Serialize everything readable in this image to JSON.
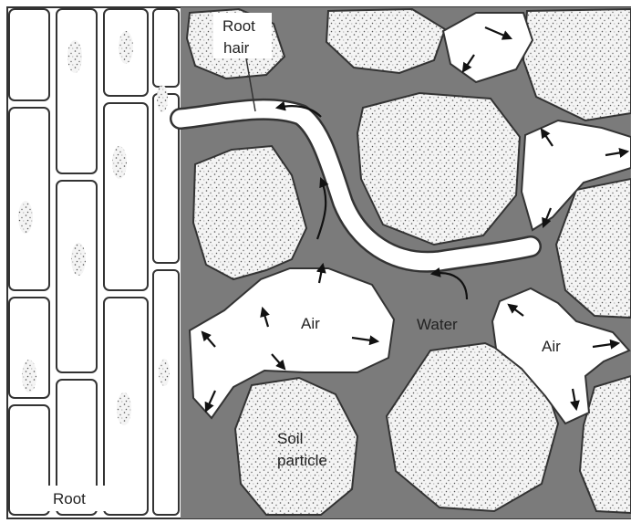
{
  "labels": {
    "root_hair_line1": "Root",
    "root_hair_line2": "hair",
    "air_left": "Air",
    "air_right": "Air",
    "water": "Water",
    "soil_line1": "Soil",
    "soil_line2": "particle",
    "root": "Root"
  },
  "colors": {
    "water": "#7b7b7b",
    "outline": "#333333",
    "background": "#ffffff"
  }
}
